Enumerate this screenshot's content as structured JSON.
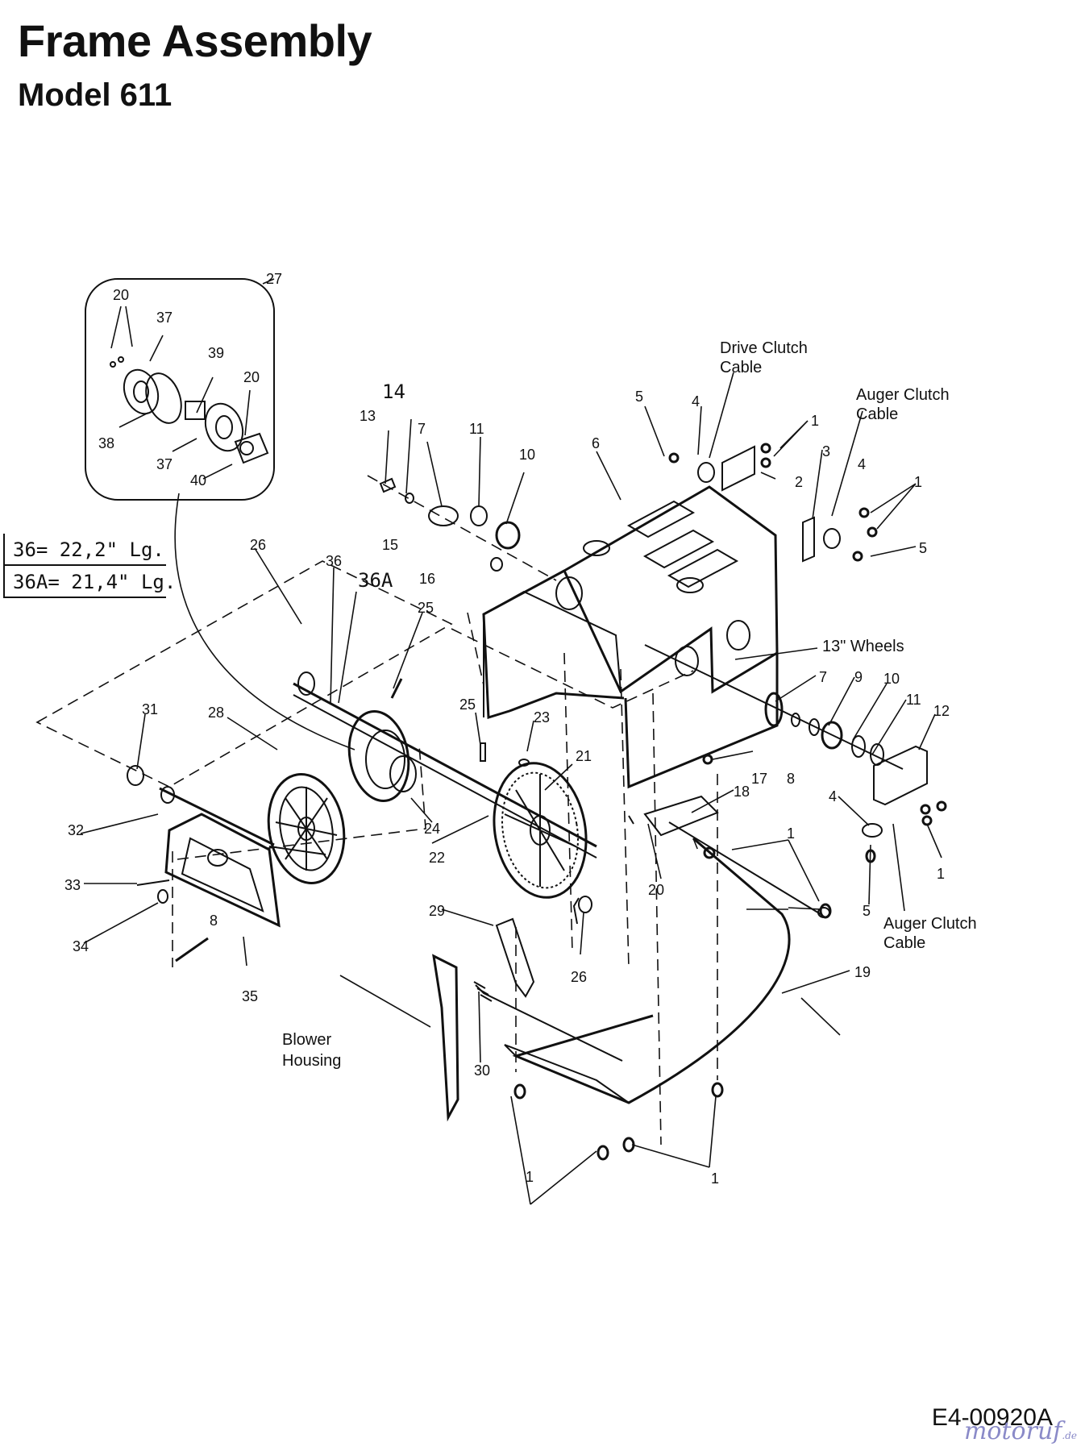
{
  "header": {
    "title": "Frame Assembly",
    "subtitle": "Model 611"
  },
  "length_table": [
    {
      "text": "36= 22,2\" Lg."
    },
    {
      "text": "36A= 21,4\" Lg."
    }
  ],
  "text_labels": {
    "drive_clutch_cable": [
      "Drive Clutch",
      "Cable"
    ],
    "auger_clutch_cable_top": [
      "Auger Clutch",
      "Cable"
    ],
    "auger_clutch_cable_bottom": [
      "Auger Clutch",
      "Cable"
    ],
    "wheels": "13\" Wheels",
    "blower_housing": [
      "Blower",
      "Housing"
    ]
  },
  "parts": {
    "p1": "1",
    "p2": "2",
    "p3": "3",
    "p4": "4",
    "p5": "5",
    "p6": "6",
    "p7": "7",
    "p8": "8",
    "p9": "9",
    "p10": "10",
    "p11": "11",
    "p12": "12",
    "p13": "13",
    "p14": "14",
    "p15": "15",
    "p16": "16",
    "p17": "17",
    "p18": "18",
    "p19": "19",
    "p20": "20",
    "p21": "21",
    "p22": "22",
    "p23": "23",
    "p24": "24",
    "p25": "25",
    "p26": "26",
    "p27": "27",
    "p28": "28",
    "p29": "29",
    "p30": "30",
    "p31": "31",
    "p32": "32",
    "p33": "33",
    "p34": "34",
    "p35": "35",
    "p36": "36",
    "p36a": "36A",
    "p37": "37",
    "p38": "38",
    "p39": "39",
    "p40": "40"
  },
  "footer": {
    "code": "E4-00920A",
    "watermark": "motoruf",
    "watermark_suffix": ".de"
  }
}
